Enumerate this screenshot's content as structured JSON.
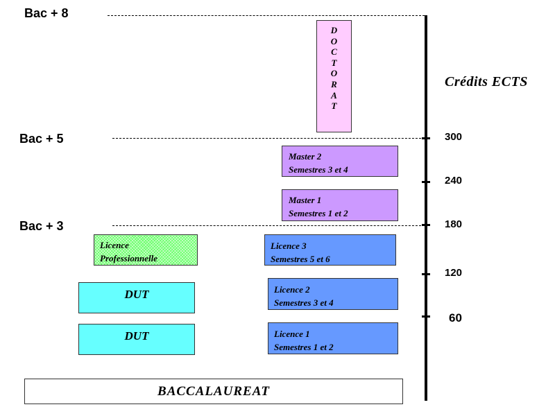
{
  "levels": {
    "bac8": "Bac + 8",
    "bac5": "Bac + 5",
    "bac3": "Bac + 3"
  },
  "credits": {
    "title": "Crédits ECTS",
    "ticks": [
      "300",
      "240",
      "180",
      "120",
      "60"
    ]
  },
  "doctorat": [
    "D",
    "O",
    "C",
    "T",
    "O",
    "R",
    "A",
    "T"
  ],
  "master2": {
    "line1": "Master 2",
    "line2": "Semestres 3 et 4"
  },
  "master1": {
    "line1": "Master 1",
    "line2": "Semestres 1 et 2"
  },
  "licence3": {
    "line1": "Licence 3",
    "line2": "Semestres 5 et 6"
  },
  "licence2": {
    "line1": "Licence 2",
    "line2": "Semestres 3 et 4"
  },
  "licence1": {
    "line1": "Licence 1",
    "line2": "Semestres 1 et 2"
  },
  "licence_pro": {
    "line1": "Licence",
    "line2": "Professionnelle"
  },
  "dut_upper": "DUT",
  "dut_lower": "DUT",
  "baccalaureat": "BACCALAUREAT",
  "colors": {
    "master": "#cc99ff",
    "licence": "#6699ff",
    "dut": "#66ffff",
    "licence_pro": "#66ff66",
    "doctorat": "#ffccff"
  }
}
